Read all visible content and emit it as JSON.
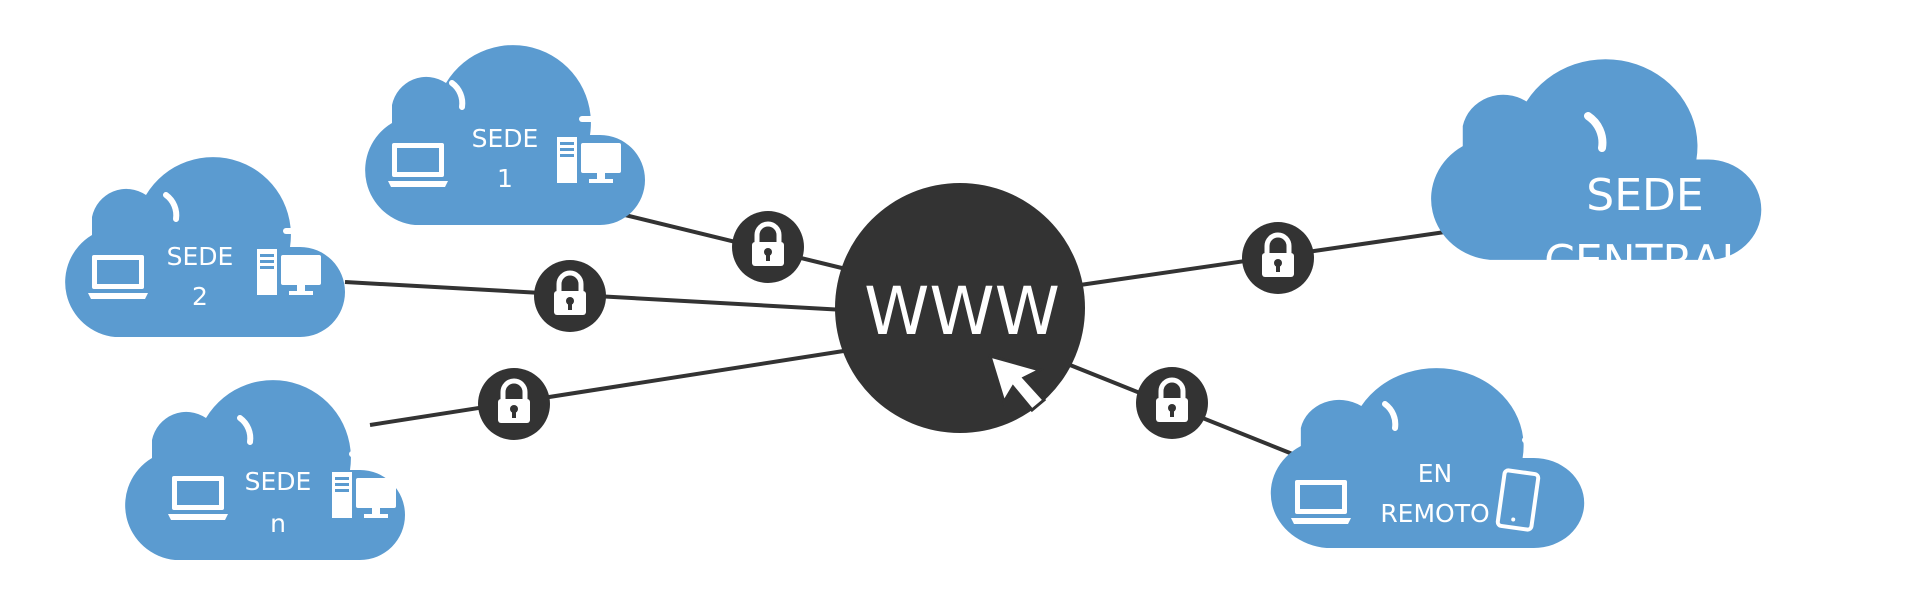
{
  "hub": {
    "label": "WWW"
  },
  "clouds": {
    "sede1": {
      "line1": "SEDE",
      "line2": "1"
    },
    "sede2": {
      "line1": "SEDE",
      "line2": "2"
    },
    "seden": {
      "line1": "SEDE",
      "line2": "n"
    },
    "central": {
      "line1": "SEDE",
      "line2": "CENTRAL"
    },
    "remoto": {
      "line1": "EN",
      "line2": "REMOTO"
    }
  },
  "colors": {
    "cloud": "#5b9bd0",
    "hub": "#333333",
    "line": "#333333",
    "icon": "#ffffff"
  },
  "icons": [
    "laptop-icon",
    "desktop-computer-icon",
    "tablet-icon",
    "padlock-icon",
    "mouse-cursor-icon"
  ]
}
